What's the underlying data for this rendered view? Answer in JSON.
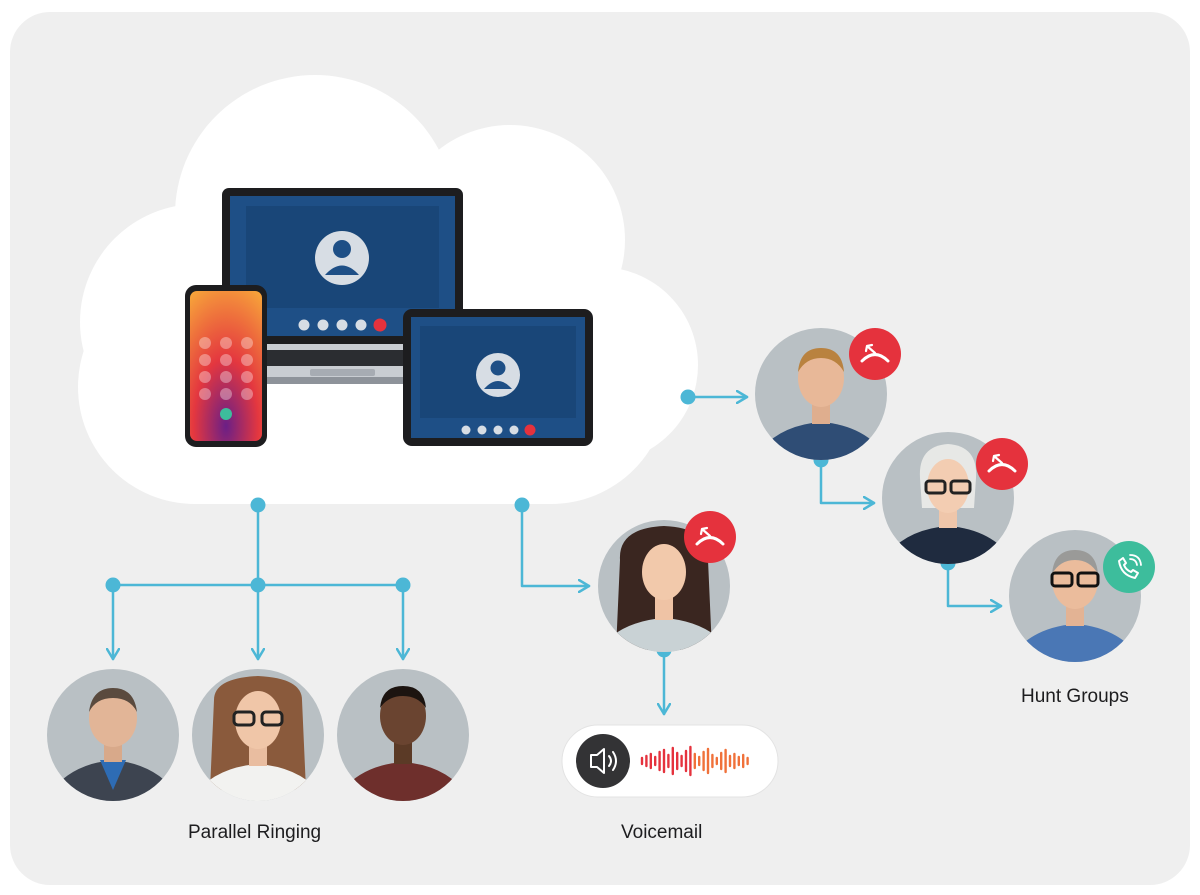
{
  "labels": {
    "parallel_ringing": "Parallel Ringing",
    "voicemail": "Voicemail",
    "hunt_groups": "Hunt Groups"
  },
  "colors": {
    "connector": "#4cb7d6",
    "decline_badge": "#e5323d",
    "accept_badge": "#3dbd9c",
    "call_screen": "#1e4f86",
    "voicemail_wave": "#e8453c"
  },
  "icons": [
    "person-icon",
    "mute-icon",
    "video-icon",
    "hangup-icon",
    "speaker-icon",
    "decline-call-icon",
    "accept-call-icon",
    "waveform-icon"
  ]
}
